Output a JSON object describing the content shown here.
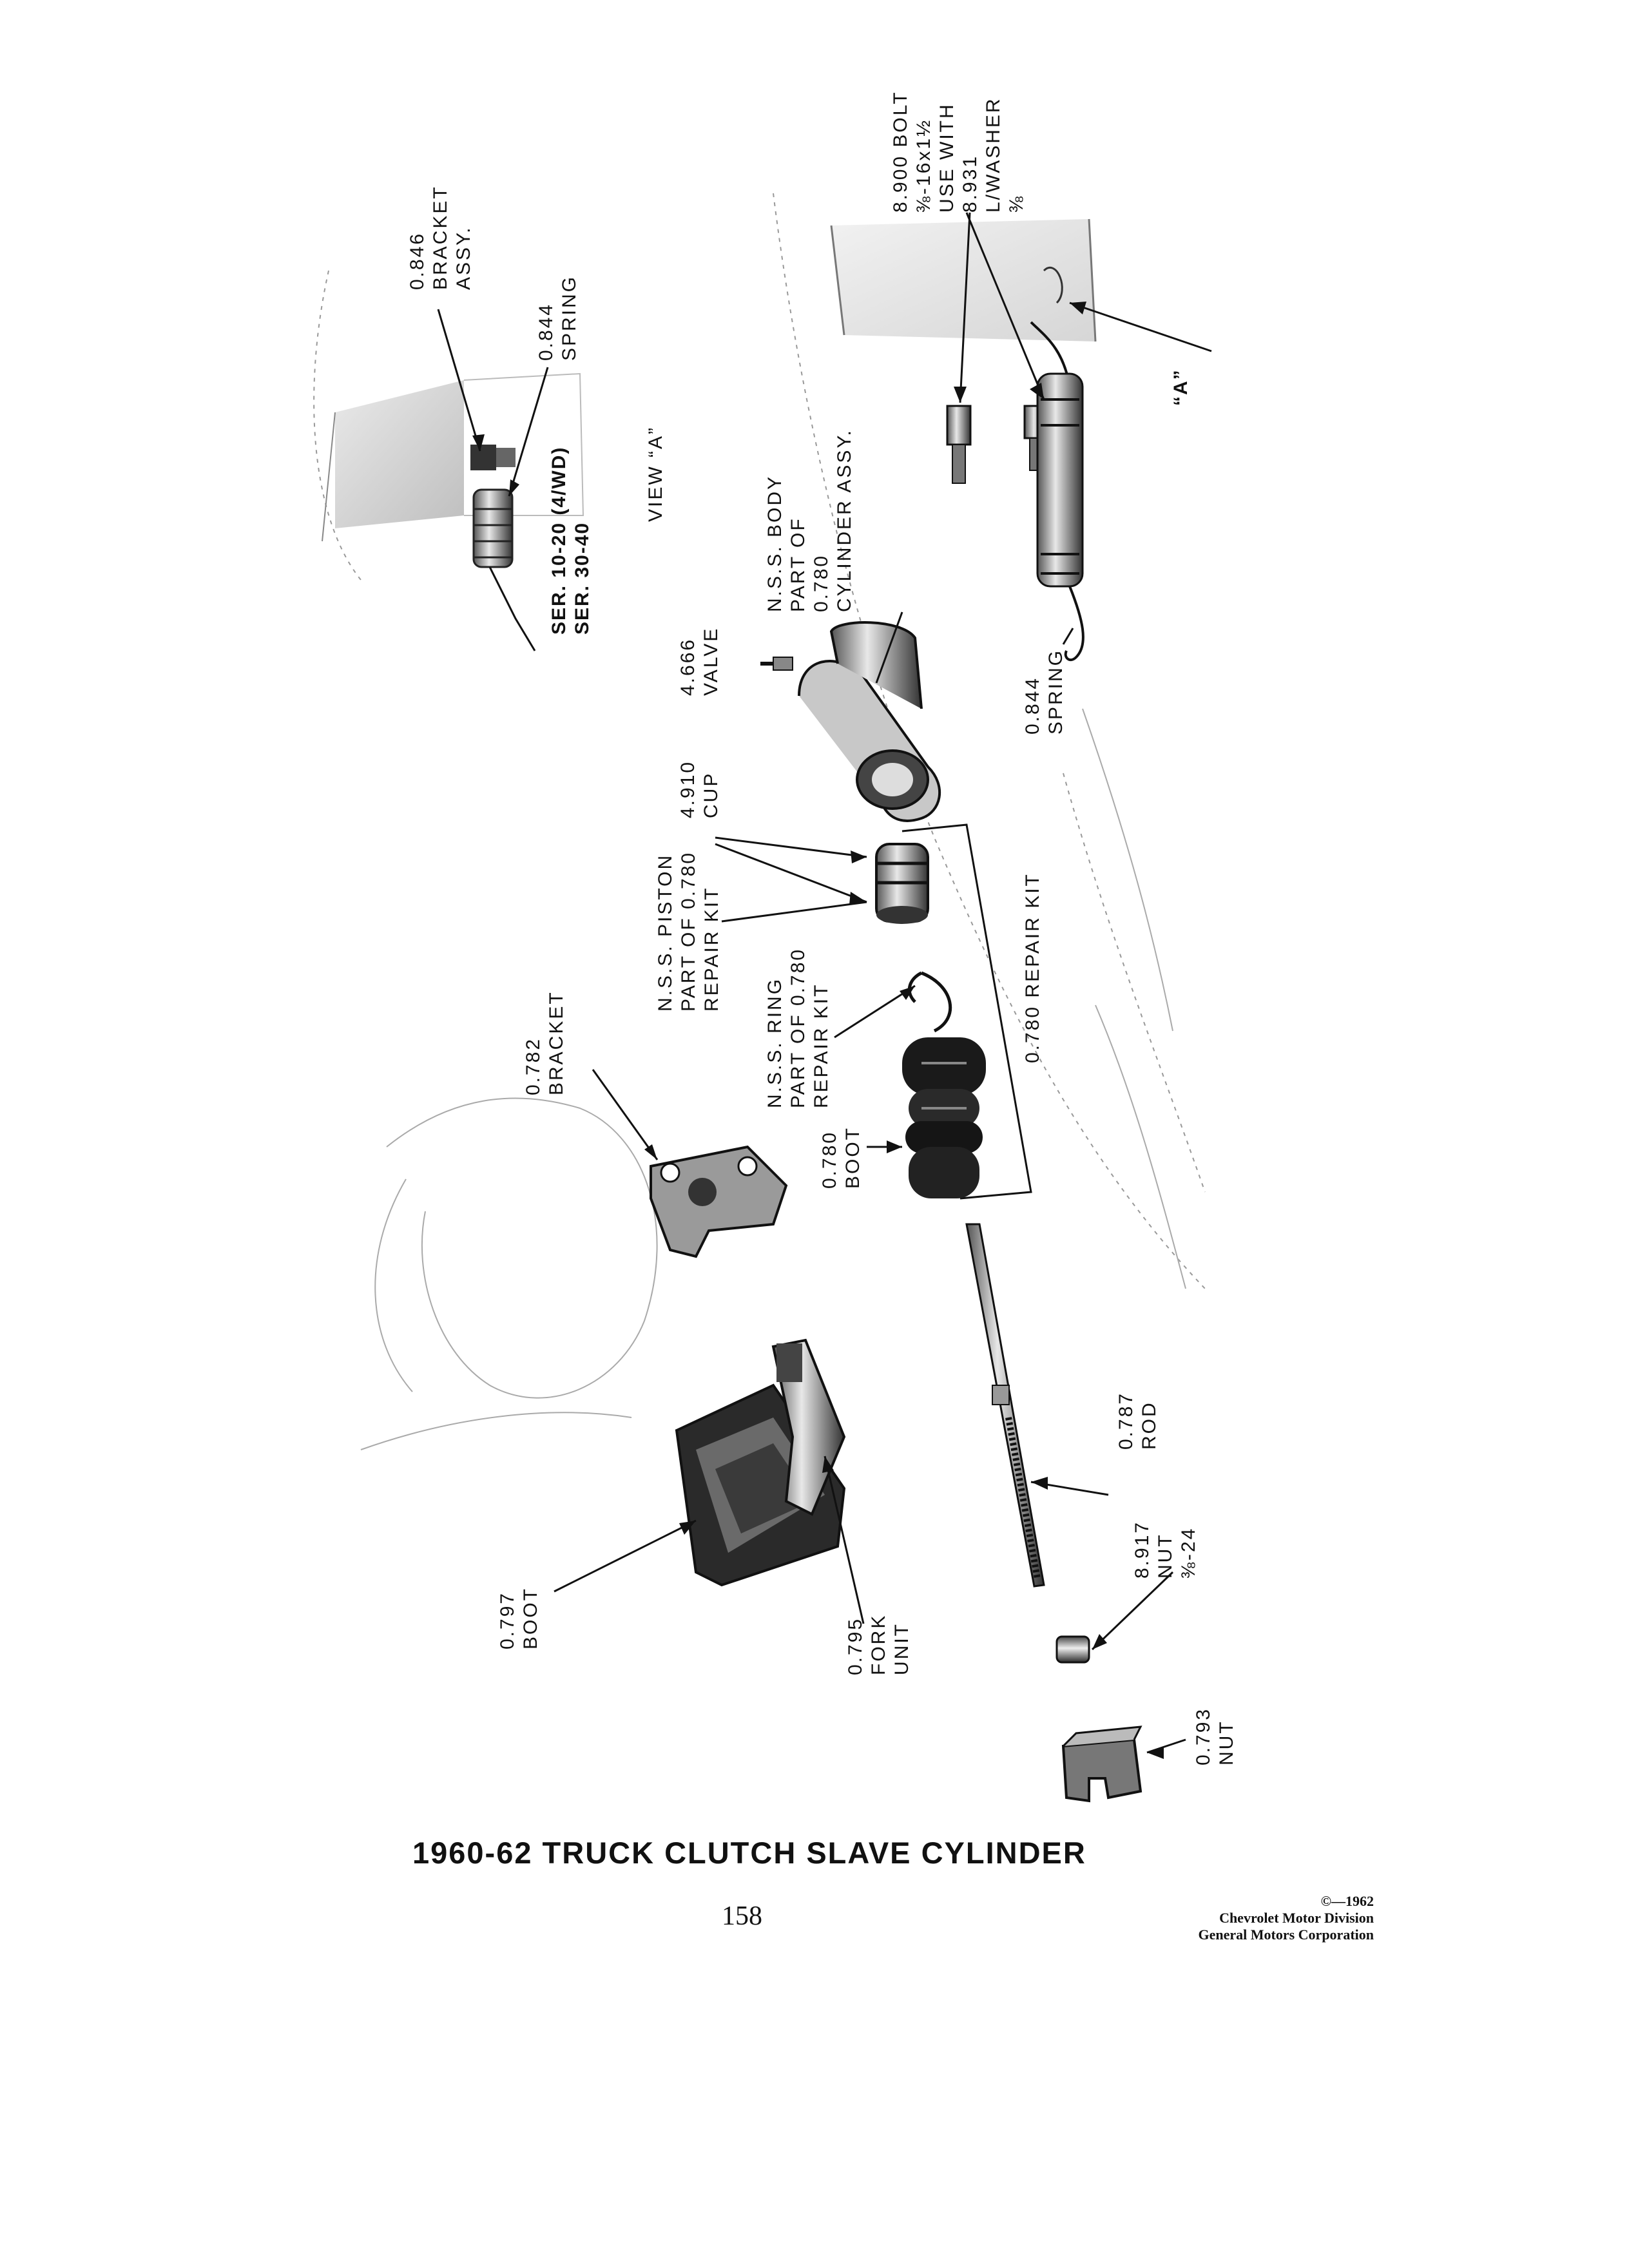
{
  "view_label": "VIEW “A”",
  "series_note": [
    "SER. 10-20 (4/WD)",
    "SER. 30-40"
  ],
  "callout_a": "“A”",
  "parts": {
    "bracket_assy": [
      "0.846",
      "BRACKET",
      "ASSY."
    ],
    "spring_view": [
      "0.844",
      "SPRING"
    ],
    "bolt": [
      "8.900 BOLT",
      "⅜-16x1½",
      "USE WITH",
      "8.931",
      "L/WASHER",
      "⅜"
    ],
    "body": [
      "N.S.S. BODY",
      "PART OF",
      "0.780",
      "CYLINDER ASSY."
    ],
    "valve": [
      "4.666",
      "VALVE"
    ],
    "spring_main": [
      "0.844",
      "SPRING"
    ],
    "cup": [
      "4.910",
      "CUP"
    ],
    "piston": [
      "N.S.S. PISTON",
      "PART OF 0.780",
      "REPAIR KIT"
    ],
    "repair_kit": [
      "0.780 REPAIR KIT"
    ],
    "ring": [
      "N.S.S. RING",
      "PART OF 0.780",
      "REPAIR KIT"
    ],
    "bracket": [
      "0.782",
      "BRACKET"
    ],
    "boot_cyl": [
      "0.780",
      "BOOT"
    ],
    "rod": [
      "0.787",
      "ROD"
    ],
    "nut_small": [
      "8.917",
      "NUT",
      "⅜-24"
    ],
    "boot_fork": [
      "0.797",
      "BOOT"
    ],
    "fork": [
      "0.795",
      "FORK",
      "UNIT"
    ],
    "nut_large": [
      "0.793",
      "NUT"
    ]
  },
  "title": "1960-62 TRUCK CLUTCH SLAVE CYLINDER",
  "page_number": "158",
  "copyright": [
    "©—1962",
    "Chevrolet Motor Division",
    "General Motors Corporation"
  ]
}
